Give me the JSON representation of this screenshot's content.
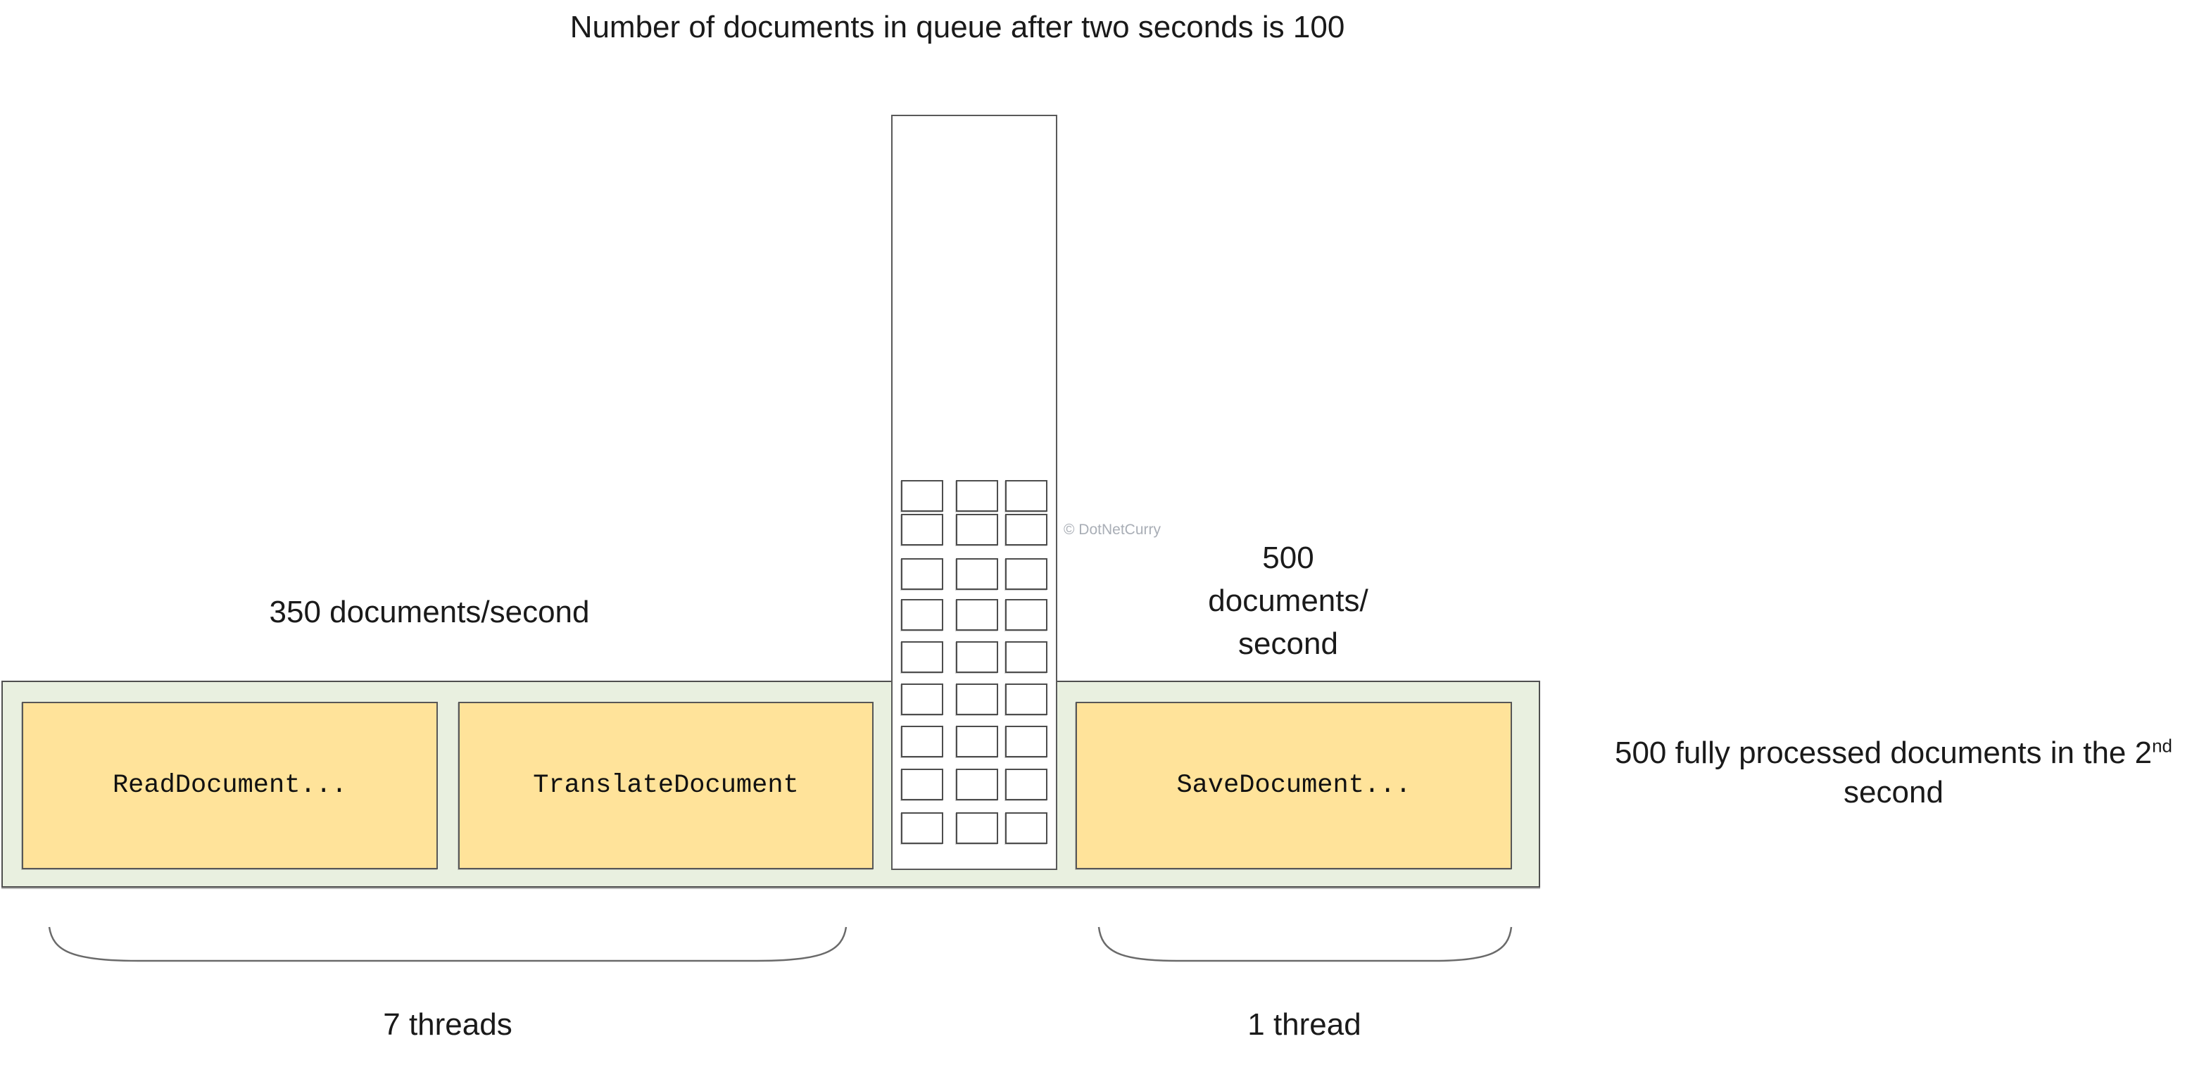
{
  "title": "Number of documents in queue after two seconds is 100",
  "watermark": "© DotNetCurry",
  "queue": {
    "grid_rows": 9,
    "grid_cols": 3,
    "documents_in_queue": 100
  },
  "stages": [
    {
      "label": "ReadDocument..."
    },
    {
      "label": "TranslateDocument"
    },
    {
      "label": "SaveDocument..."
    }
  ],
  "annotations": {
    "input_rate": "350 documents/second",
    "output_rate_lines": [
      "500",
      "documents/",
      "second"
    ],
    "result_line1": "500 fully processed documents in the 2",
    "result_superscript": "nd",
    "result_line2": "second",
    "left_group_label": "7 threads",
    "right_group_label": "1 thread"
  },
  "colors": {
    "stage_fill": "#ffe39a",
    "band_fill": "#e9f0e0",
    "outline": "#595959",
    "watermark_gray": "#a9aeb6"
  }
}
